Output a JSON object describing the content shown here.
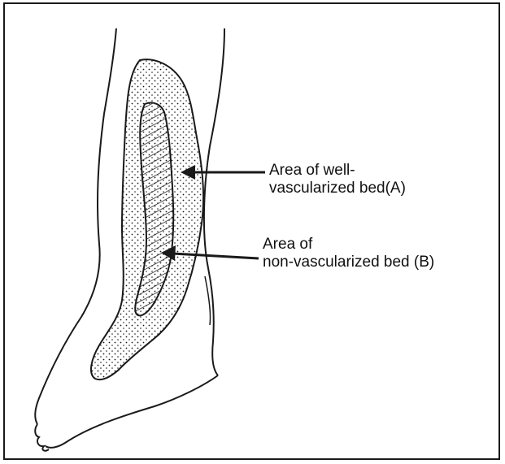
{
  "labels": {
    "well_vascularized": {
      "line1": "Area of well-",
      "line2": "vascularized bed(A)"
    },
    "non_vascularized": {
      "line1": "Area of",
      "line2": "non-vascularized bed (B)"
    }
  },
  "colors": {
    "ink": "#1a1a1a",
    "background": "#ffffff"
  }
}
